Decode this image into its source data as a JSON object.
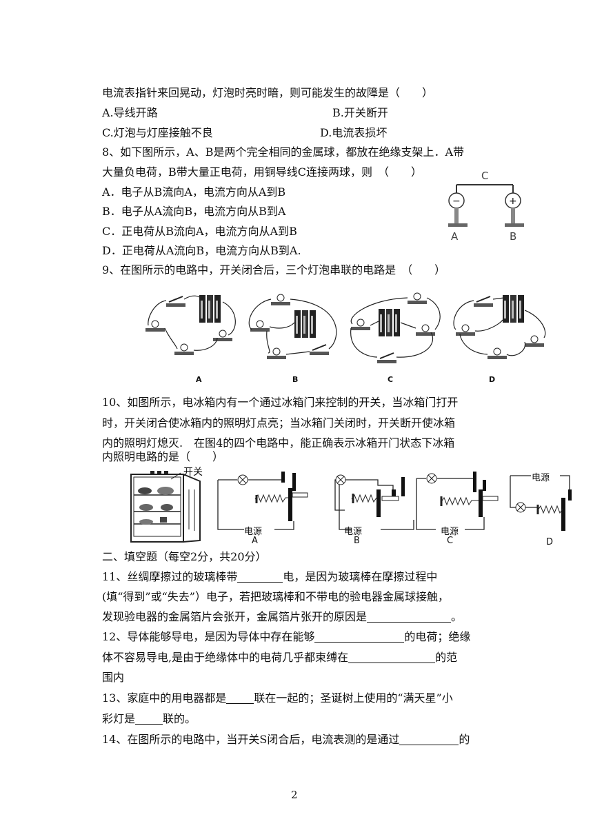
{
  "q7": {
    "stem": "电流表指针来回晃动，灯泡时亮时暗，则可能发生的故障是（　　）",
    "optA": "A.导线开路",
    "optB": "B.开关断开",
    "optC": "C.灯泡与灯座接触不良",
    "optD": "D.电流表损坏"
  },
  "q8": {
    "line1": "8、如下图所示，A、B是两个完全相同的金属球，都放在绝缘支架上．A带",
    "line2": "大量负电荷，B带大量正电荷，用铜导线C连接两球，则　（　　）",
    "optA": "A．电子从B流向A，电流方向从A到B",
    "optB": "B．电子从A流向B，电流方向从B到A",
    "optC": "C．正电荷从B流向A，电流方向从A到B",
    "optD": "D．正电荷从A流向B，电流方向从B到A.",
    "fig": {
      "wire": "C",
      "left": "A",
      "right": "B",
      "minus": "−",
      "plus": "+"
    }
  },
  "q9": {
    "stem": "9、在图所示的电路中，开关闭合后，三个灯泡串联的电路是　（　　）",
    "labels": [
      "A",
      "B",
      "C",
      "D"
    ]
  },
  "q10": {
    "line1": "10、如图所示，电冰箱内有一个通过冰箱门来控制的开关，当冰箱门打开",
    "line2": "时，开关闭合使冰箱内的照明灯点亮；当冰箱门关闭时，开关断开使冰箱",
    "line3": "内的照明灯熄灭.　在图4的四个电路中，能正确表示冰箱开门状态下冰箱",
    "line4": "内照明电路的是（　　）",
    "switch_label": "开关",
    "power_label": "电源",
    "labels": [
      "A",
      "B",
      "C",
      "D"
    ]
  },
  "section2": "二、填空题（每空2分，共20分）",
  "q11": {
    "l1a": "11、丝绸摩擦过的玻璃棒带",
    "l1b": "电，是因为玻璃棒在摩擦过程中",
    "l2": "(填“得到”或“失去”）电子，若把玻璃棒和不带电的验电器金属球接触，",
    "l3a": "发现验电器的金属箔片会张开，金属箔片张开的原因是",
    "l3b": "。"
  },
  "q12": {
    "l1a": "12、导体能够导电，是因为导体中存在能够",
    "l1b": "的电荷；绝缘",
    "l2a": "体不容易导电,是由于绝缘体中的电荷几乎都束缚在",
    "l2b": "的范",
    "l3": "围内"
  },
  "q13": {
    "l1a": "13、家庭中的用电器都是",
    "l1b": "联在一起的；圣诞树上使用的“满天星”小",
    "l2a": "彩灯是",
    "l2b": "联的。"
  },
  "q14": {
    "l1a": "14、在图所示的电路中，当开关S闭合后，电流表测的是通过",
    "l1b": "的"
  },
  "page_number": "2"
}
